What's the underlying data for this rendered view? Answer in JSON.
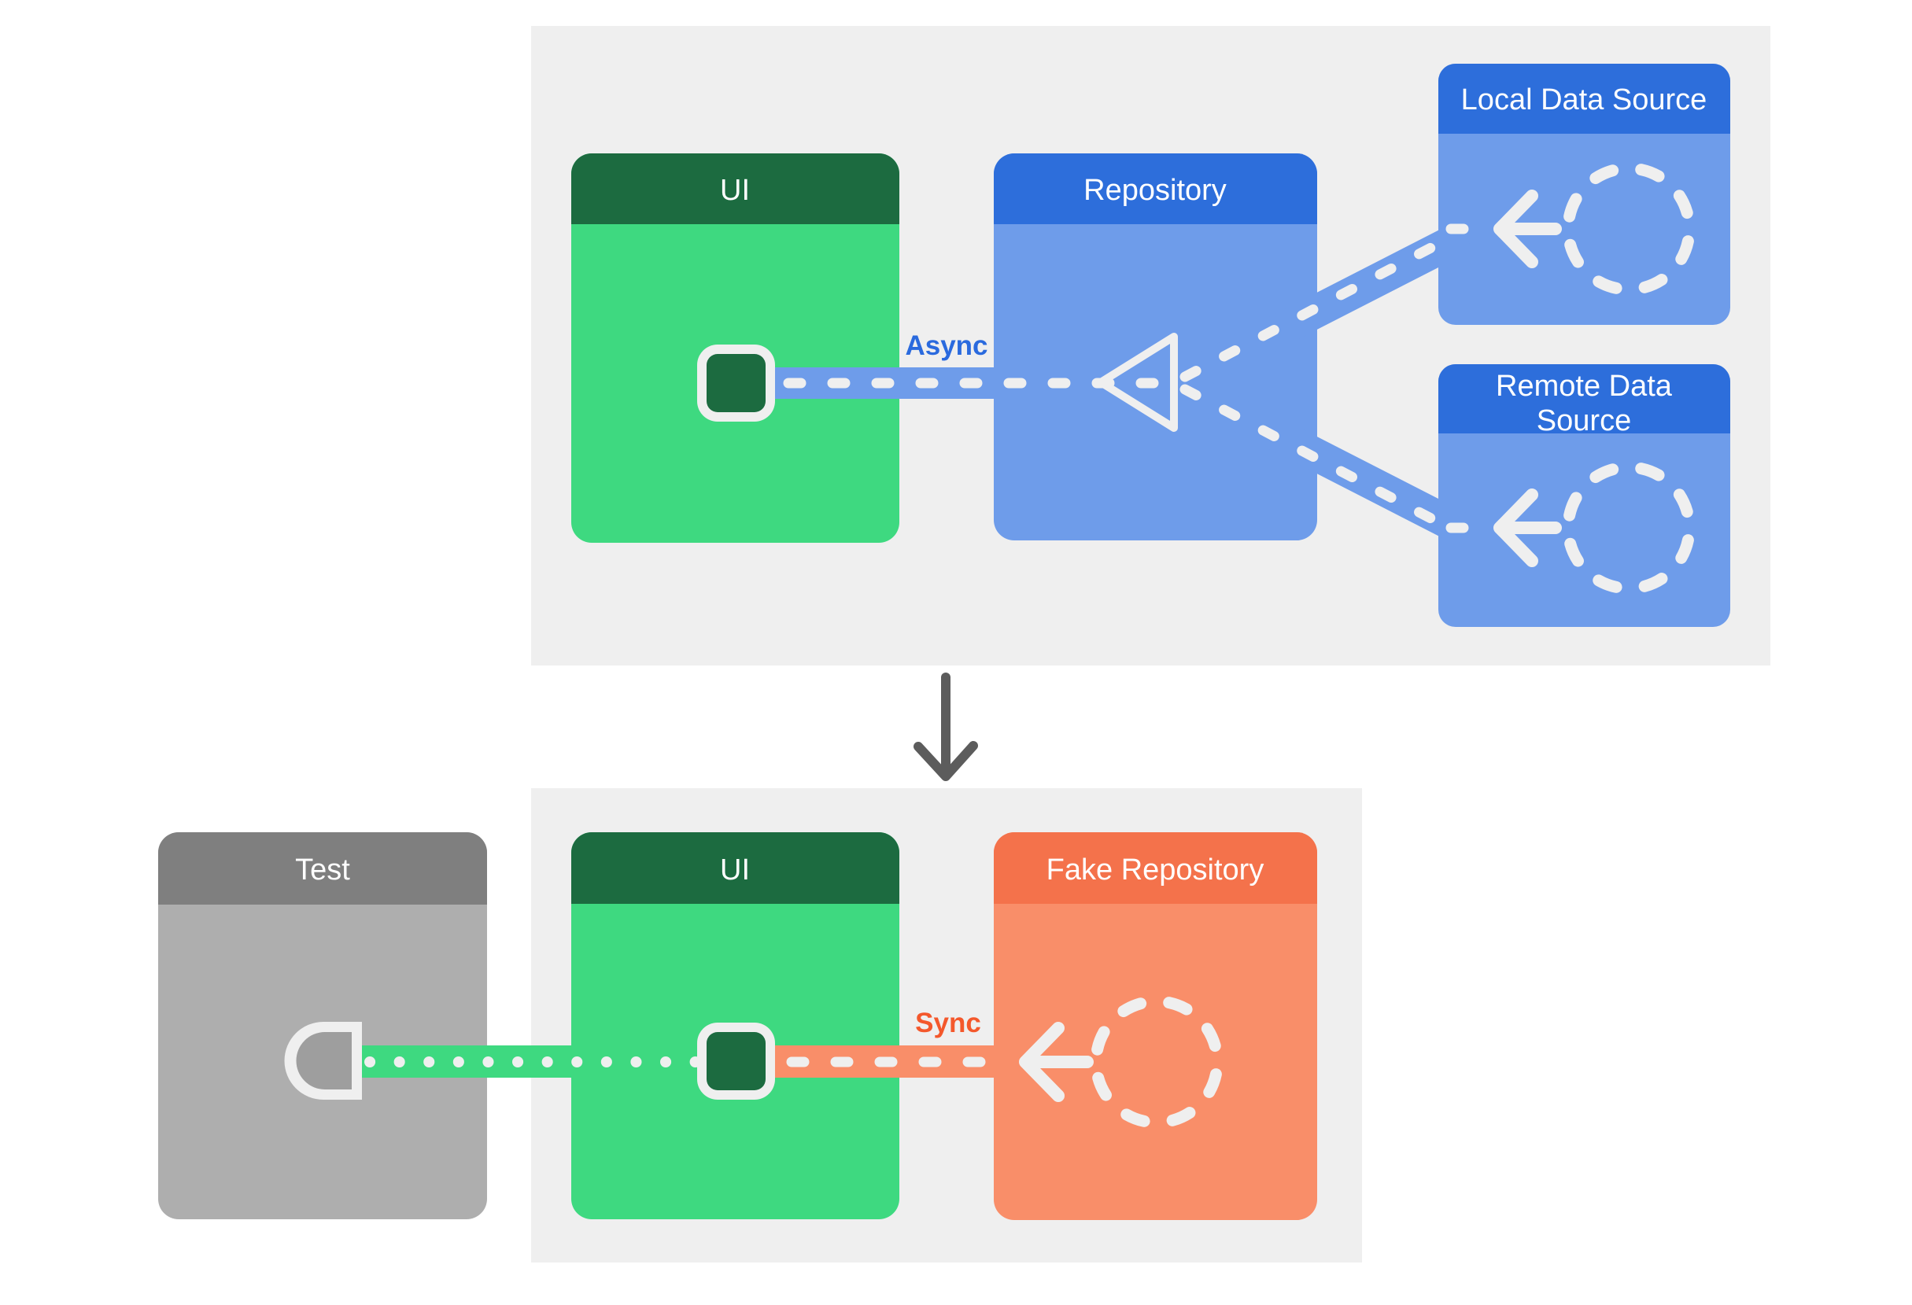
{
  "diagram": {
    "top": {
      "ui_label": "UI",
      "repository_label": "Repository",
      "local_label": "Local Data Source",
      "remote_label_line1": "Remote Data",
      "remote_label_line2": "Source",
      "connection_label": "Async"
    },
    "bottom": {
      "test_label": "Test",
      "ui_label": "UI",
      "fake_repository_label": "Fake Repository",
      "connection_label": "Sync"
    }
  },
  "colors": {
    "panel_bg": "#efefef",
    "green_dark": "#1c6b40",
    "green": "#3ed980",
    "blue_dark": "#2d6edb",
    "blue": "#6e9cea",
    "orange_dark": "#f4724b",
    "orange": "#f98e69",
    "gray_dark": "#7f7f7f",
    "gray": "#aeaeae",
    "gray_fill": "#9e9e9e",
    "dash": "#efefef",
    "async_label": "#2a6ade",
    "sync_label": "#f4582c",
    "arrow": "#5c5c5c",
    "header_text": "#ffffff"
  }
}
